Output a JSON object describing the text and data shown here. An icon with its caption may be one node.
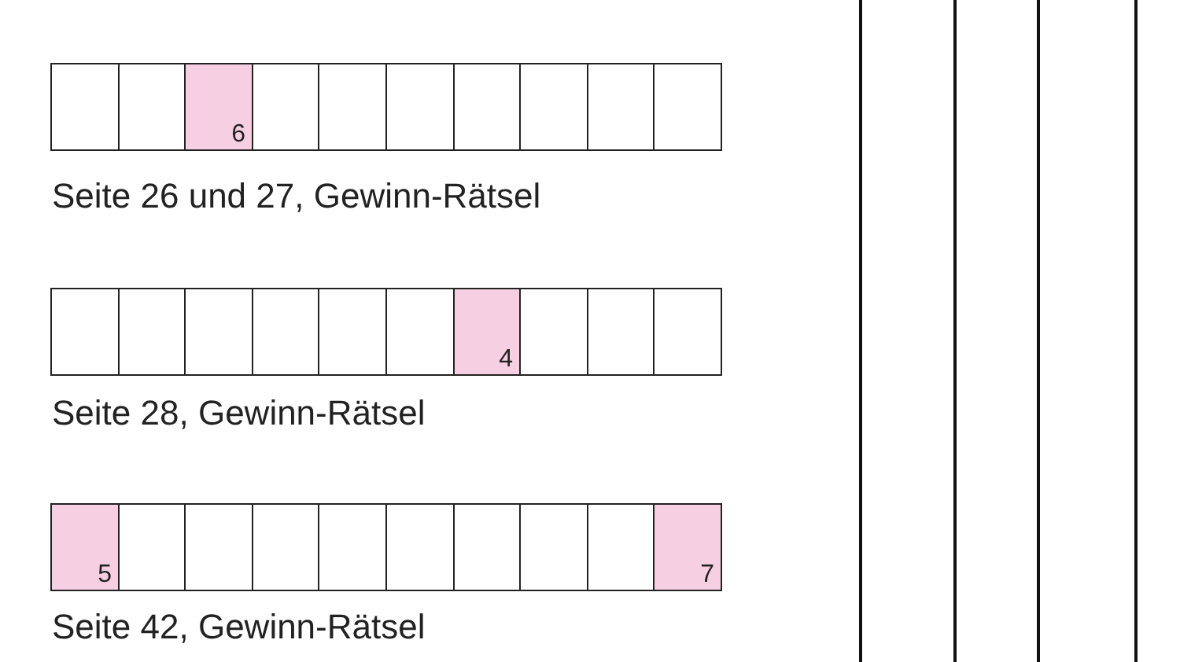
{
  "diagram": {
    "labels": [
      "6",
      "Seite 26 und 27, Gewinn-Rätsel",
      "4",
      "Seite 28, Gewinn-Rätsel",
      "5",
      "7",
      "Seite 42, Gewinn-Rätsel"
    ]
  }
}
